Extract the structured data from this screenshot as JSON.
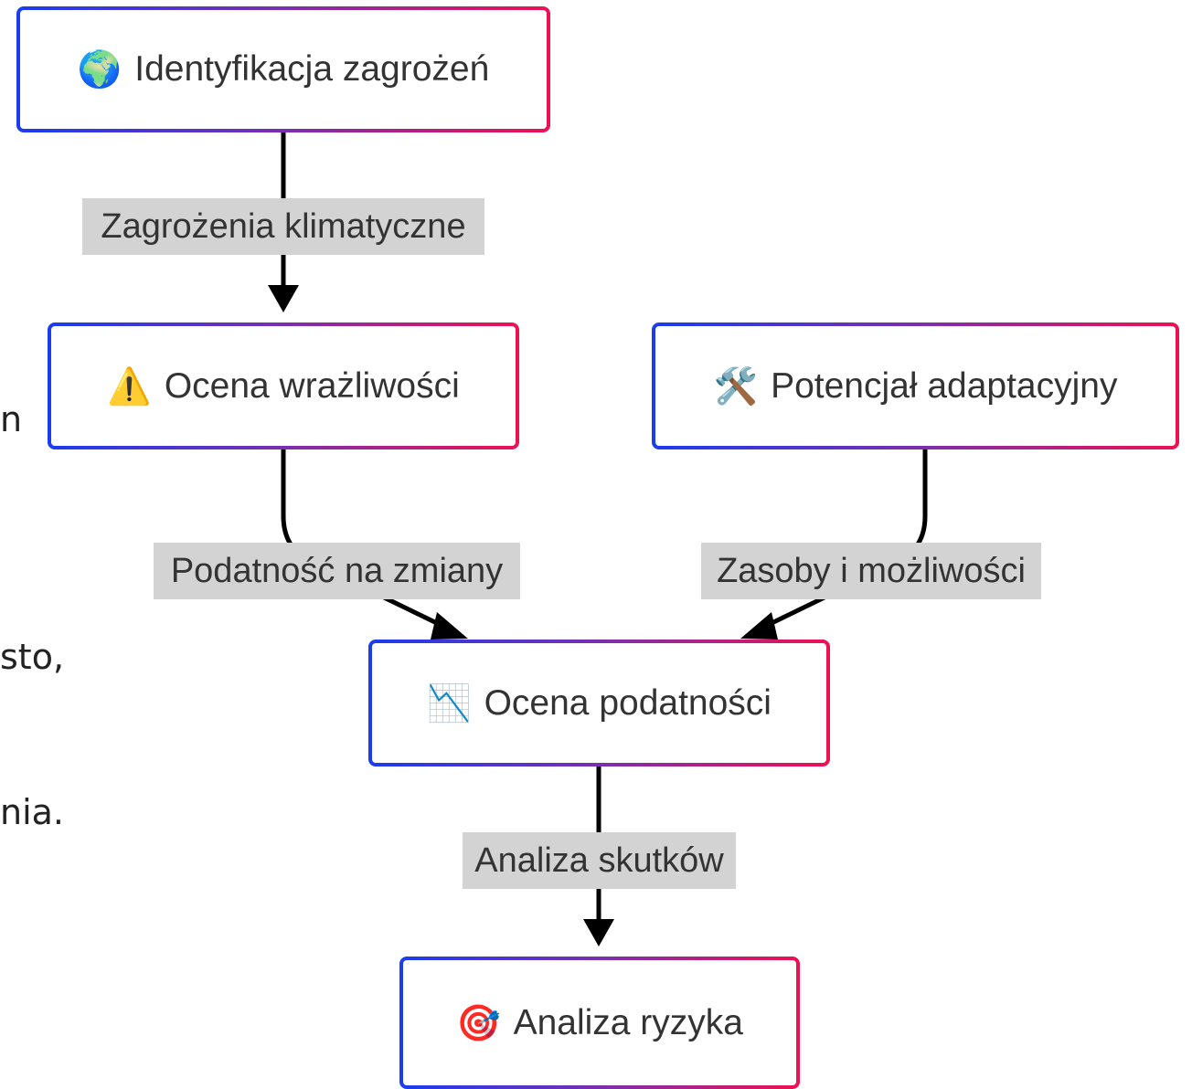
{
  "background_text": [
    "n",
    "sto,",
    "nia."
  ],
  "nodes": {
    "identyfikacja": {
      "emoji": "🌍",
      "label": "Identyfikacja zagrożeń"
    },
    "wrazliwosc": {
      "emoji": "⚠️",
      "label": "Ocena wrażliwości"
    },
    "potencjal": {
      "emoji": "🛠️",
      "label": "Potencjał adaptacyjny"
    },
    "podatnosc": {
      "emoji": "📉",
      "label": "Ocena podatności"
    },
    "ryzyko": {
      "emoji": "🎯",
      "label": "Analiza ryzyka"
    }
  },
  "edges": {
    "e1": "Zagrożenia klimatyczne",
    "e2": "Podatność na zmiany",
    "e3": "Zasoby i możliwości",
    "e4": "Analiza skutków"
  },
  "colors": {
    "border_gradient": [
      "#1a3cf0",
      "#7a2fb0",
      "#ee1152"
    ],
    "edge": "#000000",
    "label_bg": "#d3d3d3"
  }
}
